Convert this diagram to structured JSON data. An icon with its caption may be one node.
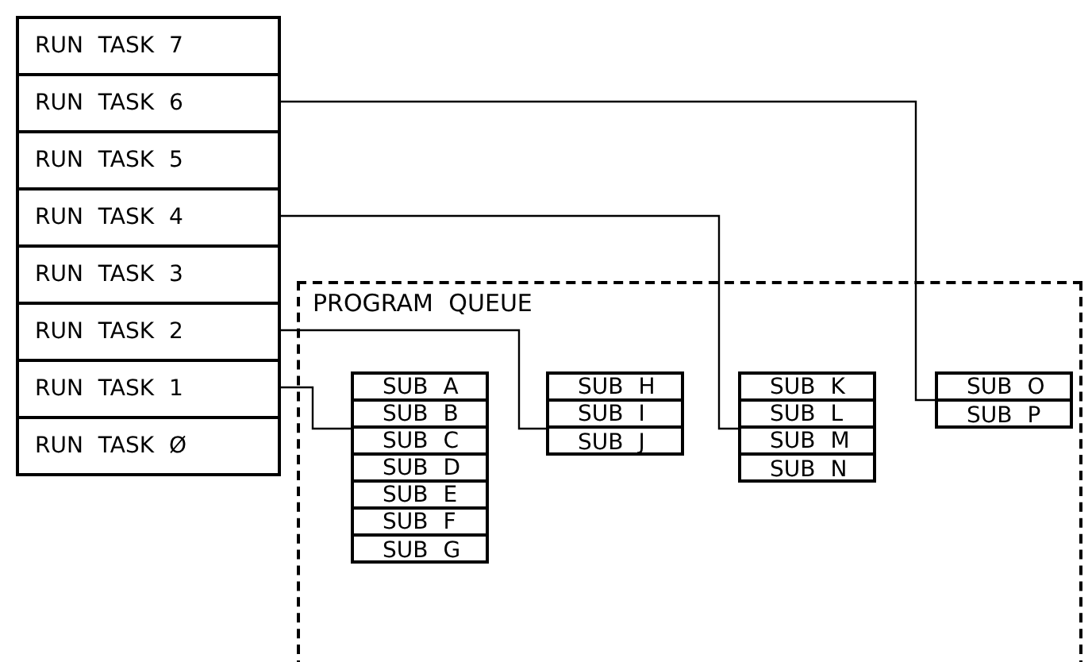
{
  "diagram": {
    "nodes": [
      {
        "text": [
          "RUN TASK 7"
        ]
      },
      {
        "text": [
          "RUN TASK 6"
        ]
      },
      {
        "text": [
          "RUN TASK 5"
        ]
      },
      {
        "text": [
          "RUN TASK 4"
        ]
      },
      {
        "text": [
          "RUN TASK 3"
        ]
      },
      {
        "text": [
          "RUN TASK 2"
        ]
      },
      {
        "text": [
          "RUN TASK 1"
        ]
      },
      {
        "text": [
          "RUN TASK Ø"
        ]
      },
      {
        "text": [
          "PROGRAM QUEUE"
        ]
      },
      {
        "text": [],
        "shape": "box",
        "in": 8
      },
      {
        "text": [
          "SUB A"
        ],
        "in": 9
      },
      {
        "text": [
          "SUB B"
        ],
        "in": 9
      },
      {
        "text": [
          "SUB C"
        ],
        "in": 9
      },
      {
        "text": [
          "SUB D"
        ],
        "in": 9
      },
      {
        "text": [
          "SUB E"
        ],
        "in": 9
      },
      {
        "text": [
          "SUB F"
        ],
        "in": 9
      },
      {
        "text": [
          "SUB G"
        ],
        "in": 9
      },
      {
        "text": [],
        "shape": "box",
        "in": 8
      },
      {
        "text": [
          "SUB H"
        ],
        "in": 17
      },
      {
        "text": [
          "SUB I"
        ],
        "in": 17
      },
      {
        "text": [
          "SUB J"
        ],
        "in": 17
      },
      {
        "text": [],
        "shape": "box",
        "in": 8
      },
      {
        "text": [
          "SUB K"
        ],
        "in": 21
      },
      {
        "text": [
          "SUB L"
        ],
        "in": 21
      },
      {
        "text": [
          "SUB M"
        ],
        "in": 21
      },
      {
        "text": [
          "SUB N"
        ],
        "in": 21
      },
      {
        "text": [],
        "shape": "box",
        "in": 8
      },
      {
        "text": [
          "SUB O"
        ],
        "in": 26
      },
      {
        "text": [
          "SUB P"
        ],
        "in": 26
      }
    ],
    "edges": [
      {
        "from": 6,
        "to": 9,
        "arrow": "none"
      },
      {
        "from": 5,
        "to": 17,
        "arrow": "none"
      },
      {
        "from": 3,
        "to": 21,
        "arrow": "none"
      },
      {
        "from": 1,
        "to": 26,
        "arrow": "none"
      }
    ]
  }
}
